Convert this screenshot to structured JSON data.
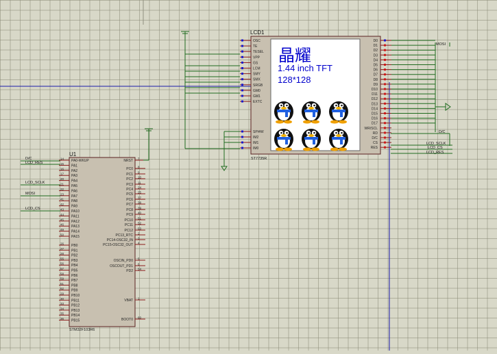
{
  "lcd": {
    "ref": "LCD1",
    "part": "ST7735R",
    "left_pins_top": [
      "OSC",
      "TE",
      "TESEL",
      "VPP",
      "GS",
      "LCM",
      "SMY",
      "SMX",
      "SRGB",
      "GM0",
      "GM1",
      "EXTC"
    ],
    "left_pins_bottom": [
      "SPI4W",
      "IM2",
      "IM1",
      "IM0"
    ],
    "right_pins": [
      "D0",
      "D1",
      "D2",
      "D3",
      "D4",
      "D5",
      "D6",
      "D7",
      "D8",
      "D9",
      "D10",
      "D11",
      "D12",
      "D13",
      "D14",
      "D15",
      "D16",
      "D17",
      "WR/SCL",
      "RD",
      "D/C",
      "CS",
      "RES"
    ],
    "screen": {
      "title_cn": "晶耀",
      "line1": "1.44 inch TFT",
      "line2": "128*128",
      "text_color": "#0000cc",
      "icon": "penguin-mascot-icon",
      "icon_count": 6
    }
  },
  "mcu": {
    "ref": "U1",
    "part": "STM32F103R6",
    "left_pins": [
      {
        "num": "14",
        "name": "PA0-WKUP"
      },
      {
        "num": "15",
        "name": "PA1"
      },
      {
        "num": "16",
        "name": "PA2"
      },
      {
        "num": "17",
        "name": "PA3"
      },
      {
        "num": "20",
        "name": "PA4"
      },
      {
        "num": "21",
        "name": "PA5"
      },
      {
        "num": "22",
        "name": "PA6"
      },
      {
        "num": "23",
        "name": "PA7"
      },
      {
        "num": "41",
        "name": "PA8"
      },
      {
        "num": "42",
        "name": "PA9"
      },
      {
        "num": "43",
        "name": "PA10"
      },
      {
        "num": "44",
        "name": "PA11"
      },
      {
        "num": "45",
        "name": "PA12"
      },
      {
        "num": "46",
        "name": "PA13"
      },
      {
        "num": "49",
        "name": "PA14"
      },
      {
        "num": "50",
        "name": "PA15"
      },
      {
        "num": "26",
        "name": "PB0"
      },
      {
        "num": "27",
        "name": "PB1"
      },
      {
        "num": "28",
        "name": "PB2"
      },
      {
        "num": "55",
        "name": "PB3"
      },
      {
        "num": "56",
        "name": "PB4"
      },
      {
        "num": "57",
        "name": "PB5"
      },
      {
        "num": "58",
        "name": "PB6"
      },
      {
        "num": "59",
        "name": "PB7"
      },
      {
        "num": "61",
        "name": "PB8"
      },
      {
        "num": "62",
        "name": "PB9"
      },
      {
        "num": "29",
        "name": "PB10"
      },
      {
        "num": "30",
        "name": "PB11"
      },
      {
        "num": "33",
        "name": "PB12"
      },
      {
        "num": "34",
        "name": "PB13"
      },
      {
        "num": "35",
        "name": "PB14"
      },
      {
        "num": "36",
        "name": "PB15"
      }
    ],
    "right_pins": [
      {
        "num": "7",
        "name": "NRST"
      },
      {
        "num": "8",
        "name": "PC0"
      },
      {
        "num": "9",
        "name": "PC1"
      },
      {
        "num": "10",
        "name": "PC2"
      },
      {
        "num": "11",
        "name": "PC3"
      },
      {
        "num": "24",
        "name": "PC4"
      },
      {
        "num": "25",
        "name": "PC5"
      },
      {
        "num": "37",
        "name": "PC6"
      },
      {
        "num": "38",
        "name": "PC7"
      },
      {
        "num": "39",
        "name": "PC8"
      },
      {
        "num": "40",
        "name": "PC9"
      },
      {
        "num": "51",
        "name": "PC10"
      },
      {
        "num": "52",
        "name": "PC11"
      },
      {
        "num": "53",
        "name": "PC12"
      },
      {
        "num": "2",
        "name": "PC13_RTC"
      },
      {
        "num": "3",
        "name": "PC14-OSC32_IN"
      },
      {
        "num": "4",
        "name": "PC15-OSC32_OUT"
      },
      {
        "num": "5",
        "name": "OSCIN_PD0"
      },
      {
        "num": "6",
        "name": "OSCOUT_PD1"
      },
      {
        "num": "54",
        "name": "PD2"
      },
      {
        "num": "1",
        "name": "VBAT"
      },
      {
        "num": "60",
        "name": "BOOT0"
      }
    ]
  },
  "nets": {
    "left_labels": [
      "D/C",
      "LCD_RES",
      "LCD_SCLK",
      "MOSI",
      "LCD_CS"
    ],
    "right_labels": [
      "MOSI",
      "D/C",
      "LCD_SCLK",
      "LCD_CS",
      "LCD_RES"
    ]
  },
  "colors": {
    "grid_bg": "#d8d8c8",
    "wire": "#1f6b1f",
    "selection_line": "#1a1aaa",
    "chip_fill": "#c8c0b0",
    "pin": "#8b1a1a"
  }
}
